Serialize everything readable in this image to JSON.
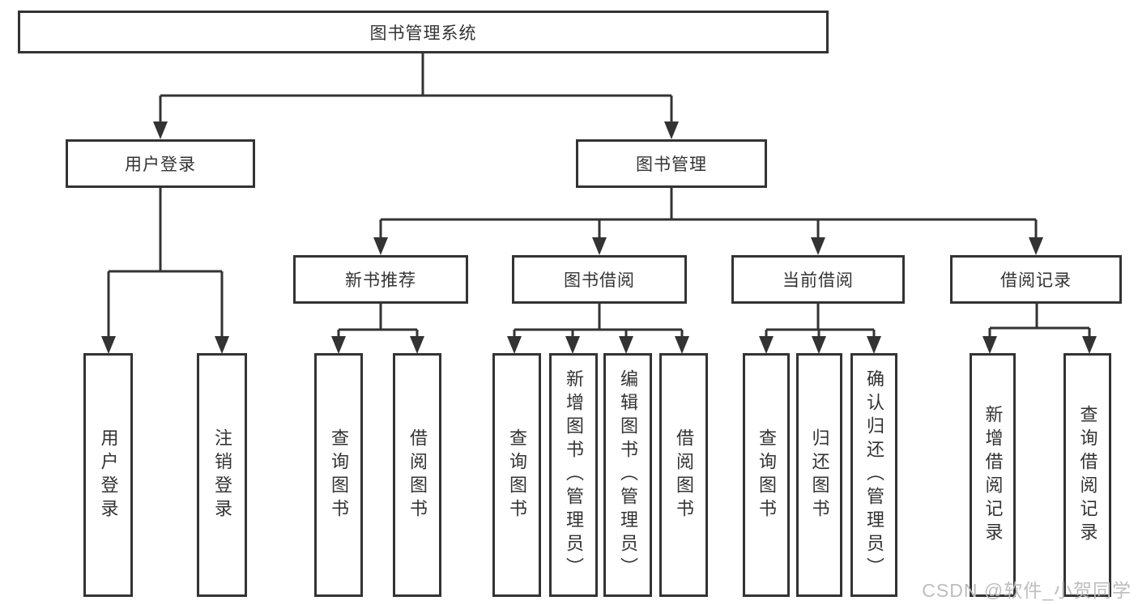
{
  "title": "图书管理系统",
  "tree": {
    "label": "图书管理系统",
    "children": [
      {
        "label": "用户登录",
        "children": [
          {
            "label": "用户登录"
          },
          {
            "label": "注销登录"
          }
        ]
      },
      {
        "label": "图书管理",
        "children": [
          {
            "label": "新书推荐",
            "children": [
              {
                "label": "查询图书"
              },
              {
                "label": "借阅图书"
              }
            ]
          },
          {
            "label": "图书借阅",
            "children": [
              {
                "label": "查询图书"
              },
              {
                "label": "新增图书（管理员）"
              },
              {
                "label": "编辑图书（管理员）"
              },
              {
                "label": "借阅图书"
              }
            ]
          },
          {
            "label": "当前借阅",
            "children": [
              {
                "label": "查询图书"
              },
              {
                "label": "归还图书"
              },
              {
                "label": "确认归还（管理员）"
              }
            ]
          },
          {
            "label": "借阅记录",
            "children": [
              {
                "label": "新增借阅记录"
              },
              {
                "label": "查询借阅记录"
              }
            ]
          }
        ]
      }
    ]
  },
  "watermark": "CSDN @软件_小贺同学",
  "colors": {
    "line": "#333333",
    "box_border": "#333333",
    "text": "#333333",
    "background": "#ffffff",
    "watermark": "#bdbdbd"
  }
}
